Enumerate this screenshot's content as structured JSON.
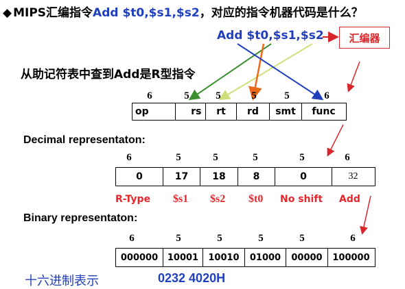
{
  "question": {
    "bullet": "◆",
    "prefix": "MIPS汇编指令",
    "instruction": "Add $t0,$s1,$s2",
    "suffix": "，对应的指令机器代码是什么？"
  },
  "add_instruction": "Add  $t0,$s1,$s2",
  "assembler_label": "汇编器",
  "lookup_text": "从助记符表中查到Add是R型指令",
  "format_table": {
    "bits": [
      "6",
      "5",
      "5",
      "5",
      "5",
      "6"
    ],
    "fields": [
      "op",
      "rs",
      "rt",
      "rd",
      "smt",
      "func"
    ]
  },
  "decimal": {
    "title": "Decimal representaton:",
    "bits": [
      "6",
      "5",
      "5",
      "5",
      "5",
      "6"
    ],
    "values": [
      "0",
      "17",
      "18",
      "8",
      "0",
      "32"
    ],
    "labels": [
      "R-Type",
      "$s1",
      "$s2",
      "$t0",
      "No shift",
      "Add"
    ]
  },
  "binary": {
    "title": "Binary representaton:",
    "bits": [
      "6",
      "5",
      "5",
      "5",
      "5",
      "6"
    ],
    "values": [
      "000000",
      "10001",
      "10010",
      "01000",
      "00000",
      "100000"
    ]
  },
  "hex": {
    "label": "十六进制表示",
    "value": "0232 4020H"
  },
  "colors": {
    "blue": "#1f3fbf",
    "red": "#e8262b",
    "green": "#3a8f2e",
    "yellowgreen": "#cde07a",
    "orange": "#e86a1a"
  }
}
